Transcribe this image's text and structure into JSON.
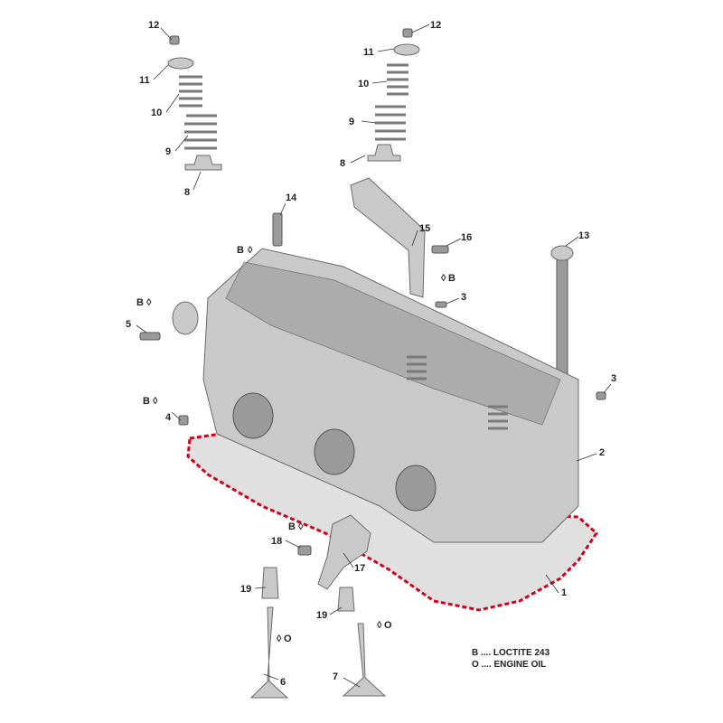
{
  "callouts": [
    {
      "id": "c12a",
      "text": "12"
    },
    {
      "id": "c11a",
      "text": "11"
    },
    {
      "id": "c10a",
      "text": "10"
    },
    {
      "id": "c9a",
      "text": "9"
    },
    {
      "id": "c8a",
      "text": "8"
    },
    {
      "id": "c12b",
      "text": "12"
    },
    {
      "id": "c11b",
      "text": "11"
    },
    {
      "id": "c10b",
      "text": "10"
    },
    {
      "id": "c9b",
      "text": "9"
    },
    {
      "id": "c8b",
      "text": "8"
    },
    {
      "id": "c14",
      "text": "14"
    },
    {
      "id": "c15",
      "text": "15"
    },
    {
      "id": "c16",
      "text": "16"
    },
    {
      "id": "c3a",
      "text": "3"
    },
    {
      "id": "c13",
      "text": "13"
    },
    {
      "id": "c5",
      "text": "5"
    },
    {
      "id": "c4",
      "text": "4"
    },
    {
      "id": "c3b",
      "text": "3"
    },
    {
      "id": "c2",
      "text": "2"
    },
    {
      "id": "c1",
      "text": "1"
    },
    {
      "id": "c18",
      "text": "18"
    },
    {
      "id": "c17",
      "text": "17"
    },
    {
      "id": "c19a",
      "text": "19"
    },
    {
      "id": "c19b",
      "text": "19"
    },
    {
      "id": "c6",
      "text": "6"
    },
    {
      "id": "c7",
      "text": "7"
    }
  ],
  "markers": {
    "loctite": "B",
    "oil": "O"
  },
  "legend": [
    {
      "code": "B",
      "text": "B .... LOCTITE 243"
    },
    {
      "code": "O",
      "text": "O .... ENGINE OIL"
    }
  ],
  "colors": {
    "gasket_outline": "#d0021b",
    "part": "#c9c9c9"
  }
}
